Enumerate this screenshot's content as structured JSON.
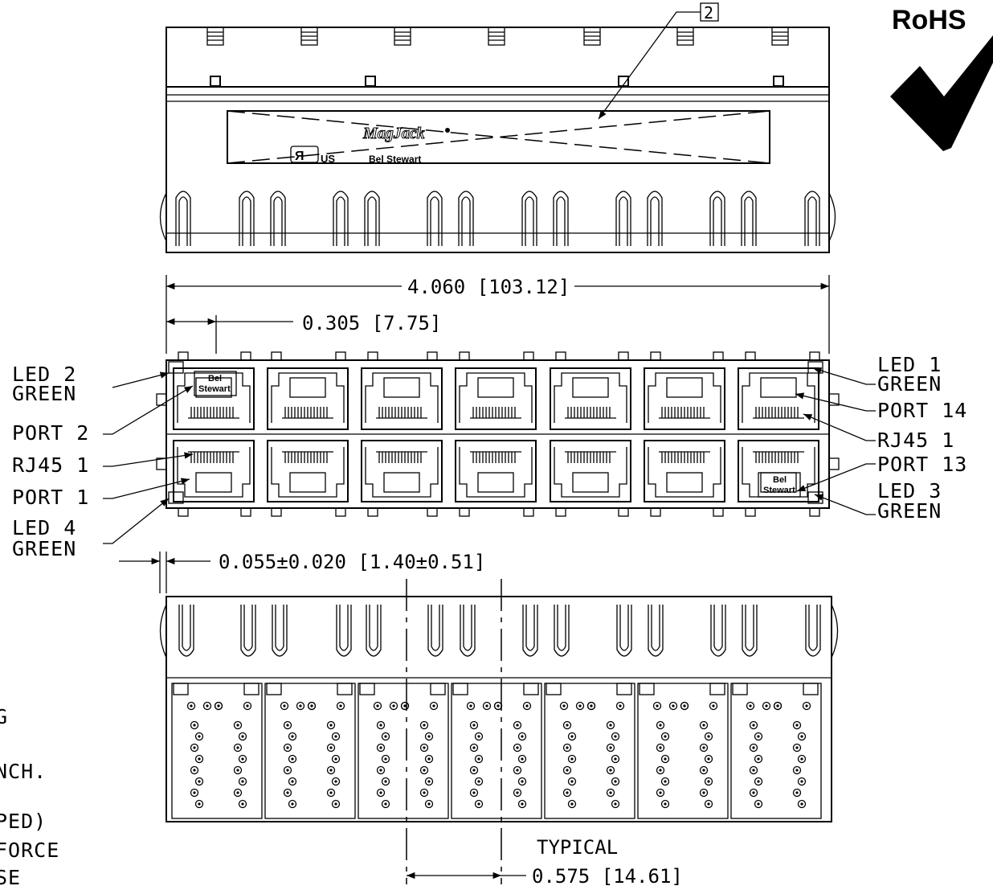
{
  "rohs": {
    "label": "RoHS"
  },
  "top_view": {
    "note_callout": "2",
    "brand_name": "MagJack",
    "brand_maker": "Bel Stewart",
    "cert_mark": "US"
  },
  "front_view": {
    "overall_width": "4.060 [103.12]",
    "offset": "0.305 [7.75]",
    "protrusion": "0.055±0.020 [1.40±0.51]",
    "logo_line1": "Bel",
    "logo_line2": "Stewart",
    "left_labels": [
      {
        "line1": "LED 2",
        "line2": "GREEN"
      },
      {
        "line1": "PORT 2",
        "line2": ""
      },
      {
        "line1": "RJ45 1",
        "line2": ""
      },
      {
        "line1": "PORT 1",
        "line2": ""
      },
      {
        "line1": "LED 4",
        "line2": "GREEN"
      }
    ],
    "right_labels": [
      {
        "line1": "LED 1",
        "line2": "GREEN"
      },
      {
        "line1": "PORT 14",
        "line2": ""
      },
      {
        "line1": "RJ45 1",
        "line2": ""
      },
      {
        "line1": "PORT 13",
        "line2": ""
      },
      {
        "line1": "LED 3",
        "line2": "GREEN"
      }
    ]
  },
  "bottom_view": {
    "pitch_label": "TYPICAL",
    "pitch_value": "0.575 [14.61]"
  },
  "left_notes_fragments": [
    "G",
    "NCH.",
    "PED)",
    "FORCE",
    "SE"
  ]
}
